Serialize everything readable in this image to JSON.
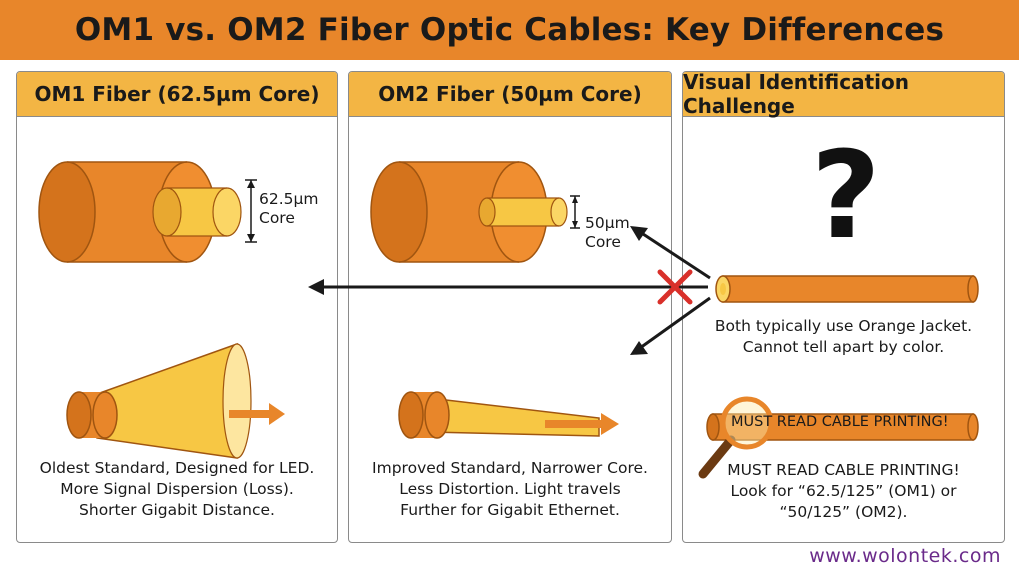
{
  "title": "OM1 vs. OM2 Fiber Optic Cables: Key Differences",
  "panels": {
    "om1": {
      "heading": "OM1 Fiber (62.5µm Core)",
      "core_label_1": "62.5µm",
      "core_label_2": "Core",
      "caption": [
        "Oldest Standard, Designed for LED.",
        "More Signal Dispersion (Loss).",
        "Shorter Gigabit Distance."
      ]
    },
    "om2": {
      "heading": "OM2 Fiber (50µm Core)",
      "core_label_1": "50µm",
      "core_label_2": "Core",
      "caption": [
        "Improved Standard, Narrower Core.",
        "Less Distortion. Light travels",
        "Further for Gigabit Ethernet."
      ]
    },
    "visual": {
      "heading": "Visual Identification Challenge",
      "question_mark": "?",
      "caption_a": [
        "Both typically use Orange Jacket.",
        "Cannot tell apart by color."
      ],
      "cable_print": "MUST READ CABLE PRINTING!",
      "caption_b": [
        "MUST READ CABLE PRINTING!",
        "Look for “62.5/125” (OM1) or",
        "“50/125” (OM2)."
      ]
    }
  },
  "footer": "www.wolontek.com",
  "colors": {
    "title_bar": "#e8862a",
    "panel_header": "#f3b544",
    "jacket_orange": "#e8862a",
    "core_yellow": "#f7c744",
    "cross_red": "#d9302a",
    "footer_purple": "#6a2a8a"
  },
  "icons": [
    "cable-cross-section-icon",
    "light-cone-icon",
    "arrow-icon",
    "question-mark-icon",
    "magnifier-icon",
    "red-x-icon"
  ]
}
